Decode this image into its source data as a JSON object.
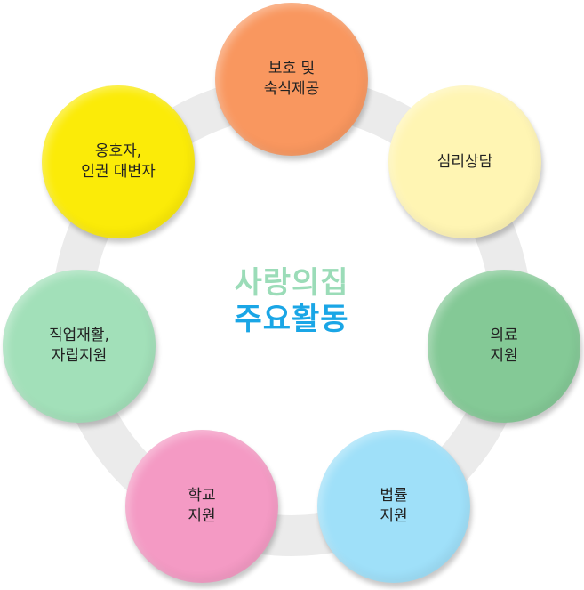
{
  "center": {
    "line1": "사랑의집",
    "line2": "주요활동"
  },
  "nodes": [
    {
      "label": "보호 및\n숙식제공",
      "color": "#f9975f"
    },
    {
      "label": "심리상담",
      "color": "#fff5b3"
    },
    {
      "label": "의료\n지원",
      "color": "#84c996"
    },
    {
      "label": "법률\n지원",
      "color": "#9fe0f9"
    },
    {
      "label": "학교\n지원",
      "color": "#f49ac4"
    },
    {
      "label": "직업재활,\n자립지원",
      "color": "#a2e0b9"
    },
    {
      "label": "옹호자,\n인권 대변자",
      "color": "#fbeb08"
    }
  ]
}
